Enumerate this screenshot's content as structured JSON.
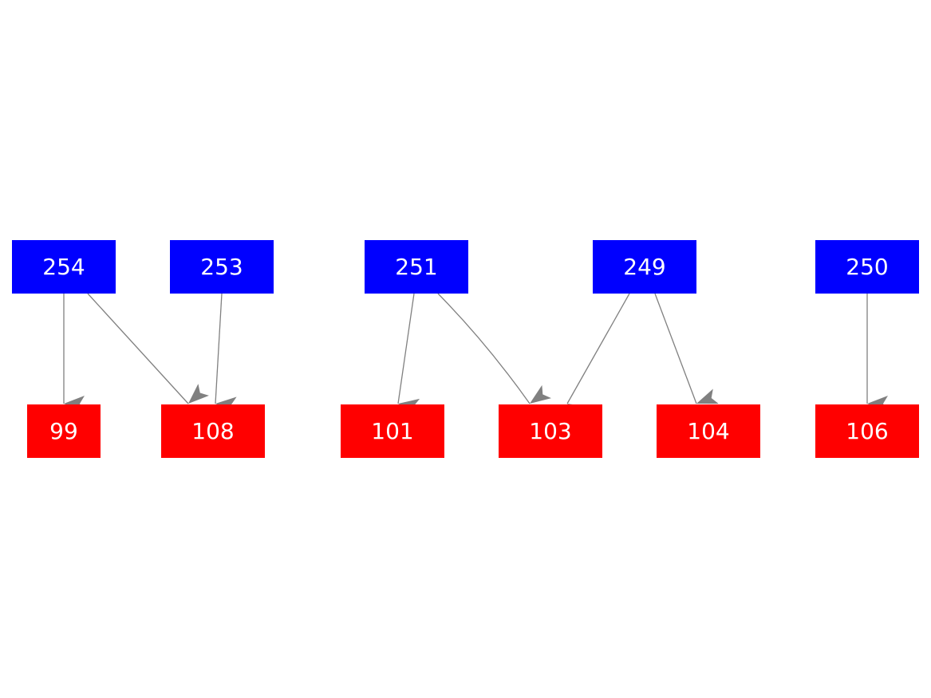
{
  "colors": {
    "source_node": "#0000ff",
    "target_node": "#ff0000",
    "edge": "#808080",
    "label": "#ffffff"
  },
  "nodes": [
    {
      "id": "n254",
      "label": "254",
      "group": "source"
    },
    {
      "id": "n253",
      "label": "253",
      "group": "source"
    },
    {
      "id": "n251",
      "label": "251",
      "group": "source"
    },
    {
      "id": "n249",
      "label": "249",
      "group": "source"
    },
    {
      "id": "n250",
      "label": "250",
      "group": "source"
    },
    {
      "id": "n99",
      "label": "99",
      "group": "target"
    },
    {
      "id": "n108",
      "label": "108",
      "group": "target"
    },
    {
      "id": "n101",
      "label": "101",
      "group": "target"
    },
    {
      "id": "n103",
      "label": "103",
      "group": "target"
    },
    {
      "id": "n104",
      "label": "104",
      "group": "target"
    },
    {
      "id": "n106",
      "label": "106",
      "group": "target"
    }
  ],
  "edges": [
    {
      "from": "n254",
      "to": "n99"
    },
    {
      "from": "n254",
      "to": "n108"
    },
    {
      "from": "n253",
      "to": "n108"
    },
    {
      "from": "n251",
      "to": "n101"
    },
    {
      "from": "n251",
      "to": "n103"
    },
    {
      "from": "n249",
      "to": "n103"
    },
    {
      "from": "n249",
      "to": "n104"
    },
    {
      "from": "n250",
      "to": "n106"
    }
  ]
}
